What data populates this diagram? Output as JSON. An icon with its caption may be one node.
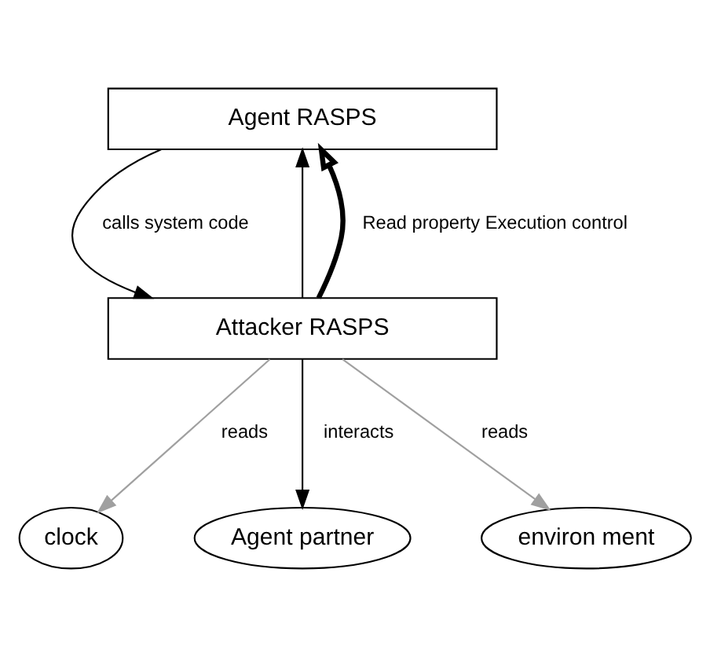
{
  "diagram": {
    "nodes": [
      {
        "text": [
          "Agent RASPS"
        ]
      },
      {
        "text": [
          "Attacker RASPS"
        ]
      },
      {
        "text": [
          "clock"
        ]
      },
      {
        "text": [
          "Agent partner"
        ]
      },
      {
        "text": [
          "environ ment"
        ]
      }
    ],
    "edges": [
      {
        "from": 0,
        "to": 1,
        "arrow": "to",
        "label": "calls system code"
      },
      {
        "from": 1,
        "to": 0,
        "arrow": "to"
      },
      {
        "from": 1,
        "to": 0,
        "arrow": "to",
        "label": "Read property Execution control",
        "style": "thick"
      },
      {
        "from": 1,
        "to": 2,
        "arrow": "to",
        "label": "reads",
        "color": "#a0a0a0"
      },
      {
        "from": 1,
        "to": 3,
        "arrow": "to",
        "label": "interacts"
      },
      {
        "from": 1,
        "to": 4,
        "arrow": "to",
        "label": "reads",
        "color": "#a0a0a0"
      }
    ]
  }
}
